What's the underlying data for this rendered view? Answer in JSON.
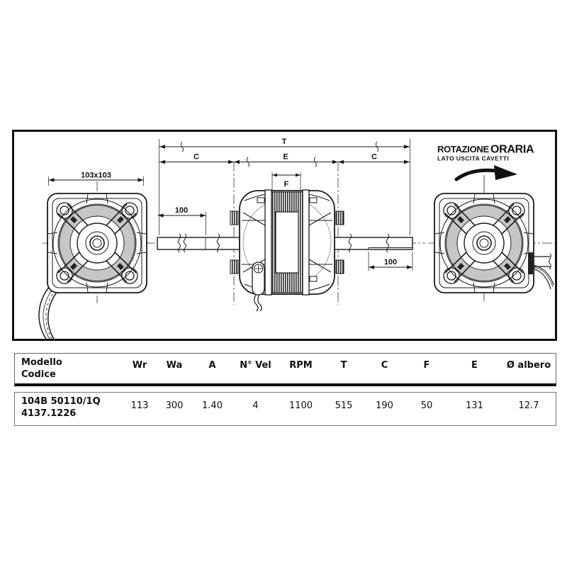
{
  "colors": {
    "line": "#1a1a1a",
    "gray_ring": "#c6c6c6",
    "background": "#ffffff",
    "table_thick_rule": "#000000"
  },
  "drawing": {
    "flange_dim": "103x103",
    "dim_T": "T",
    "dim_C_left": "C",
    "dim_E": "E",
    "dim_C_right": "C",
    "dim_F": "F",
    "dim_100_left": "100",
    "dim_100_right": "100",
    "rotation_label_word1": "ROTAZIONE",
    "rotation_label_word2": "ORARIA",
    "rotation_sub_label": "LATO USCITA CAVETTI"
  },
  "table": {
    "col1": {
      "line1": "Modello",
      "line2": "Codice"
    },
    "columns": [
      "Wr",
      "Wa",
      "A",
      "N° Vel",
      "RPM",
      "T",
      "C",
      "F",
      "E",
      "Ø albero"
    ],
    "row": {
      "model": "104B 50110/1Q",
      "code": "4137.1226",
      "values": [
        "113",
        "300",
        "1.40",
        "4",
        "1100",
        "515",
        "190",
        "50",
        "131",
        "12.7"
      ]
    }
  }
}
